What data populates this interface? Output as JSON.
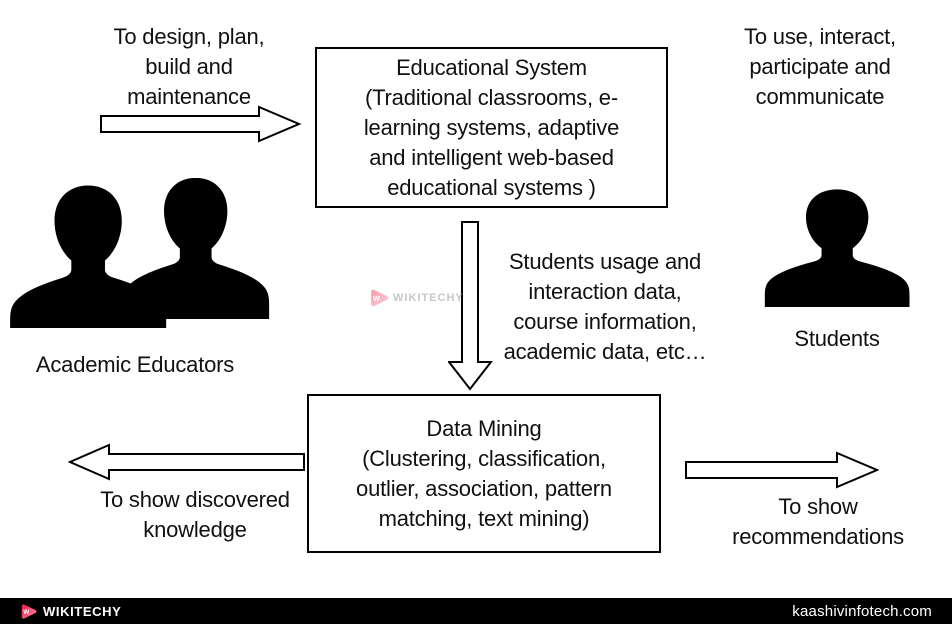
{
  "diagram": {
    "top_left_flow": {
      "lines": [
        "To design, plan,",
        "build and",
        "maintenance"
      ]
    },
    "educational_system_box": {
      "lines": [
        "Educational System",
        "(Traditional classrooms, e-",
        "learning systems, adaptive",
        "and intelligent web-based",
        "educational systems )"
      ]
    },
    "top_right_flow": {
      "lines": [
        "To use,  interact,",
        "participate and",
        "communicate"
      ]
    },
    "middle_flow": {
      "lines": [
        "Students usage and",
        "interaction data,",
        "course information,",
        "academic data, etc…"
      ]
    },
    "data_mining_box": {
      "lines": [
        "Data Mining",
        "(Clustering, classification,",
        "outlier, association, pattern",
        "matching, text mining)"
      ]
    },
    "bottom_left_flow": {
      "lines": [
        "To show discovered",
        "knowledge"
      ]
    },
    "bottom_right_flow": {
      "lines": [
        "To show",
        "recommendations"
      ]
    },
    "educators_label": "Academic Educators",
    "students_label": "Students",
    "icons": {
      "educators": "two-person-silhouette",
      "students": "person-silhouette",
      "arrows": [
        "right-block-arrow",
        "down-block-arrow",
        "left-block-arrow",
        "right-block-arrow"
      ]
    }
  },
  "watermark": {
    "brand": "WIKITECHY",
    "logo": "play-triangle-w-icon",
    "text_color": "#9a9a9a",
    "logo_color": "#f85f7f"
  },
  "footer": {
    "brand": "WIKITECHY",
    "website": "kaashivinfotech.com",
    "bg_color": "#000000",
    "logo_color": "#f5234a"
  }
}
